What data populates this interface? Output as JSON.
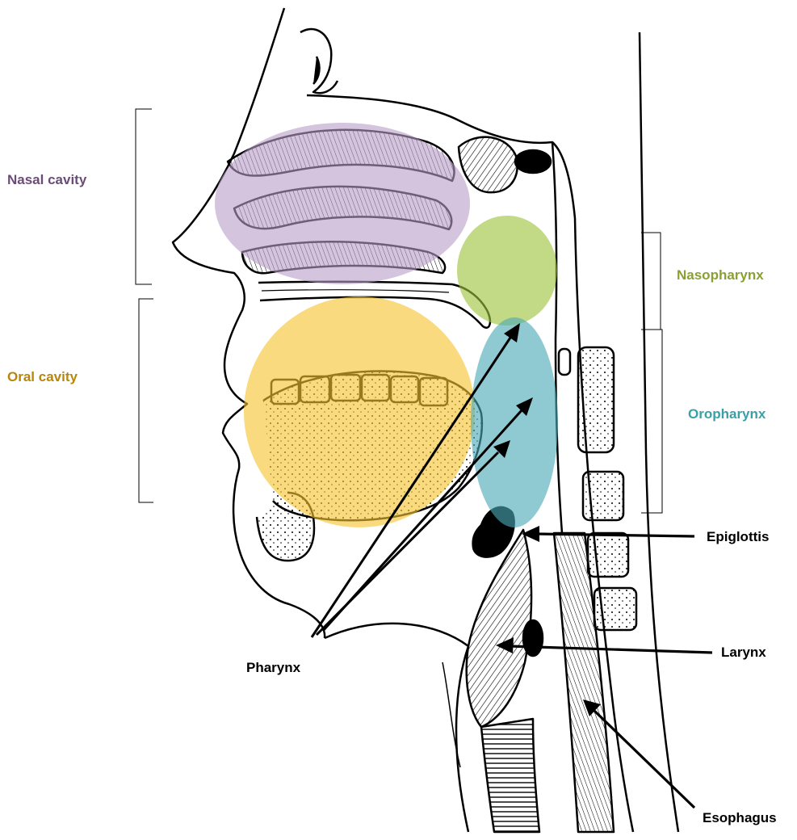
{
  "labels": {
    "nasal_cavity": "Nasal cavity",
    "oral_cavity": "Oral cavity",
    "nasopharynx": "Nasopharynx",
    "oropharynx": "Oropharynx",
    "epiglottis": "Epiglottis",
    "larynx": "Larynx",
    "pharynx": "Pharynx",
    "esophagus": "Esophagus"
  },
  "colors": {
    "nasal_cavity": "#6b4c78",
    "oral_cavity": "#b8860b",
    "nasopharynx": "#8aa030",
    "oropharynx": "#3aa0a8",
    "nasal_fill": "#b79cc8",
    "oral_fill": "#f5c431",
    "naso_fill": "#9dc43a",
    "oro_fill": "#4aa9b6",
    "ink": "#000000"
  }
}
